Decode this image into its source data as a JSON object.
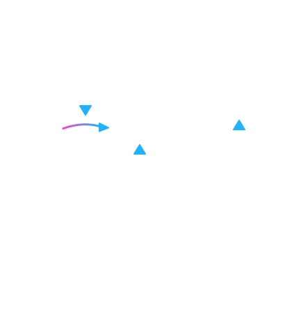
{
  "canvas": {
    "background": "#ffffff"
  },
  "gradient": {
    "start": "#ff3fd6",
    "end": "#1fb3ff"
  },
  "icons": [
    {
      "name": "arrow-down-icon",
      "direction": "down"
    },
    {
      "name": "curved-arrow-right-icon",
      "direction": "right"
    },
    {
      "name": "arrow-up-icon",
      "direction": "up"
    },
    {
      "name": "arrow-up-icon",
      "direction": "up"
    }
  ]
}
